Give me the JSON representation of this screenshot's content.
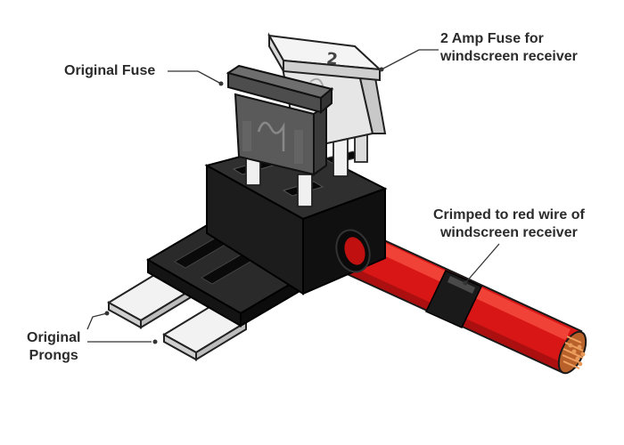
{
  "labels": {
    "original_fuse": "Original Fuse",
    "amp_fuse_line1": "2 Amp Fuse for",
    "amp_fuse_line2": "windscreen receiver",
    "crimped_line1": "Crimped to red wire of",
    "crimped_line2": "windscreen receiver",
    "prongs_line1": "Original",
    "prongs_line2": "Prongs"
  },
  "fuse_marking": "2",
  "colors": {
    "holder_body": "#1e1e1e",
    "original_fuse": "#555555",
    "added_fuse": "#e8e8e8",
    "wire": "#e01b1b",
    "prongs": "#e6e6e6",
    "copper": "#c8733a"
  }
}
